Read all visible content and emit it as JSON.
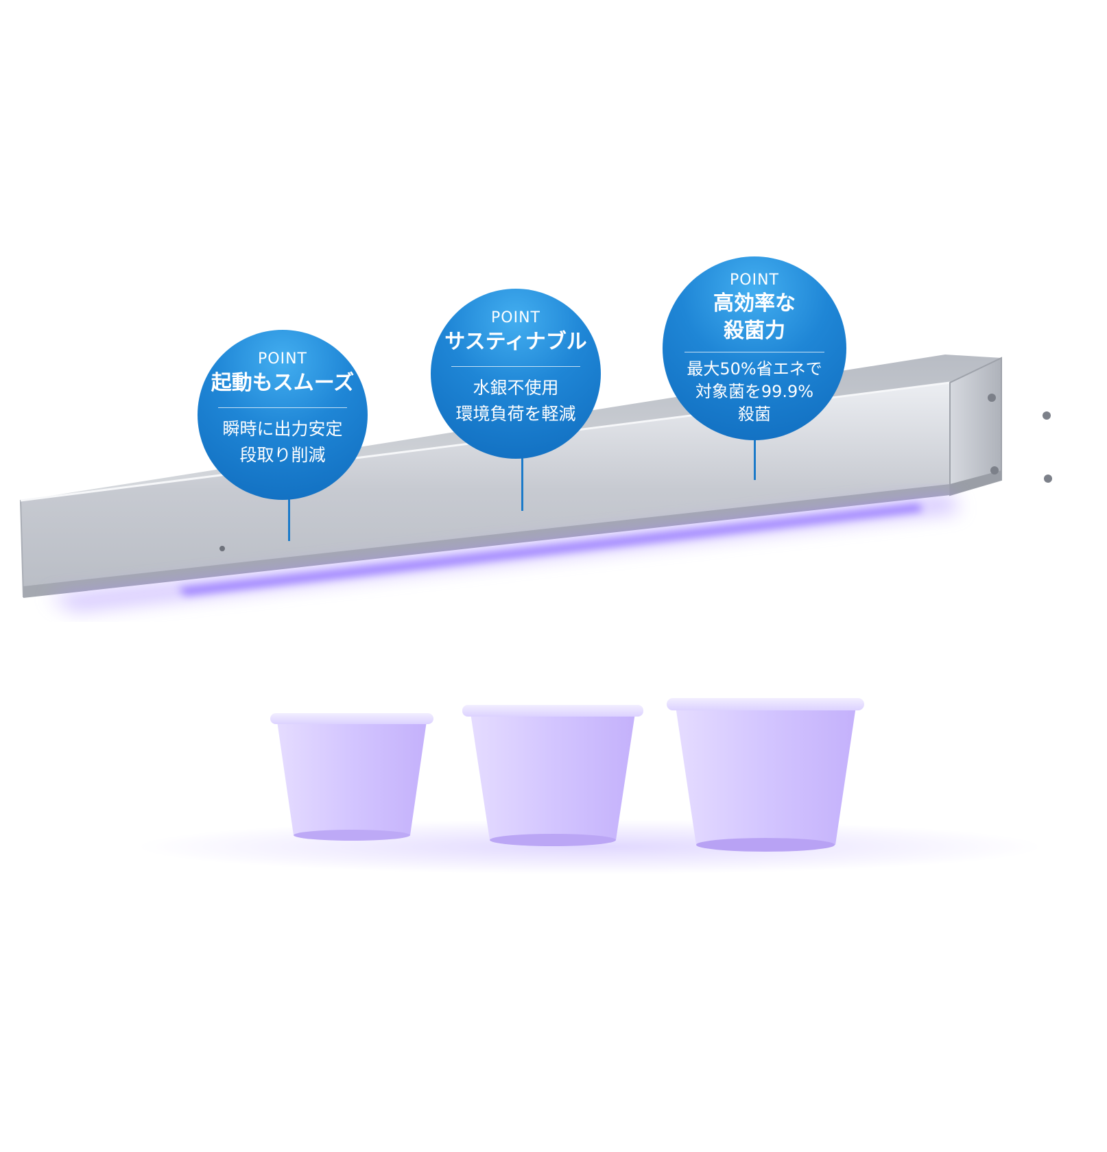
{
  "badges": [
    {
      "point": "POINT",
      "title": "起動もスムーズ",
      "body": [
        "瞬時に出力安定",
        "段取り削減"
      ]
    },
    {
      "point": "POINT",
      "title": "サスティナブル",
      "body": [
        "水銀不使用",
        "環境負荷を軽減"
      ]
    },
    {
      "point": "POINT",
      "title": [
        "高効率な",
        "殺菌力"
      ],
      "body": [
        "最大50%省エネで",
        "対象菌を99.9%",
        "殺菌"
      ]
    }
  ],
  "colors": {
    "badge_blue": "#1f86d6",
    "uv_glow": "#9a7bff",
    "housing_silver": "#c9ccd3"
  }
}
